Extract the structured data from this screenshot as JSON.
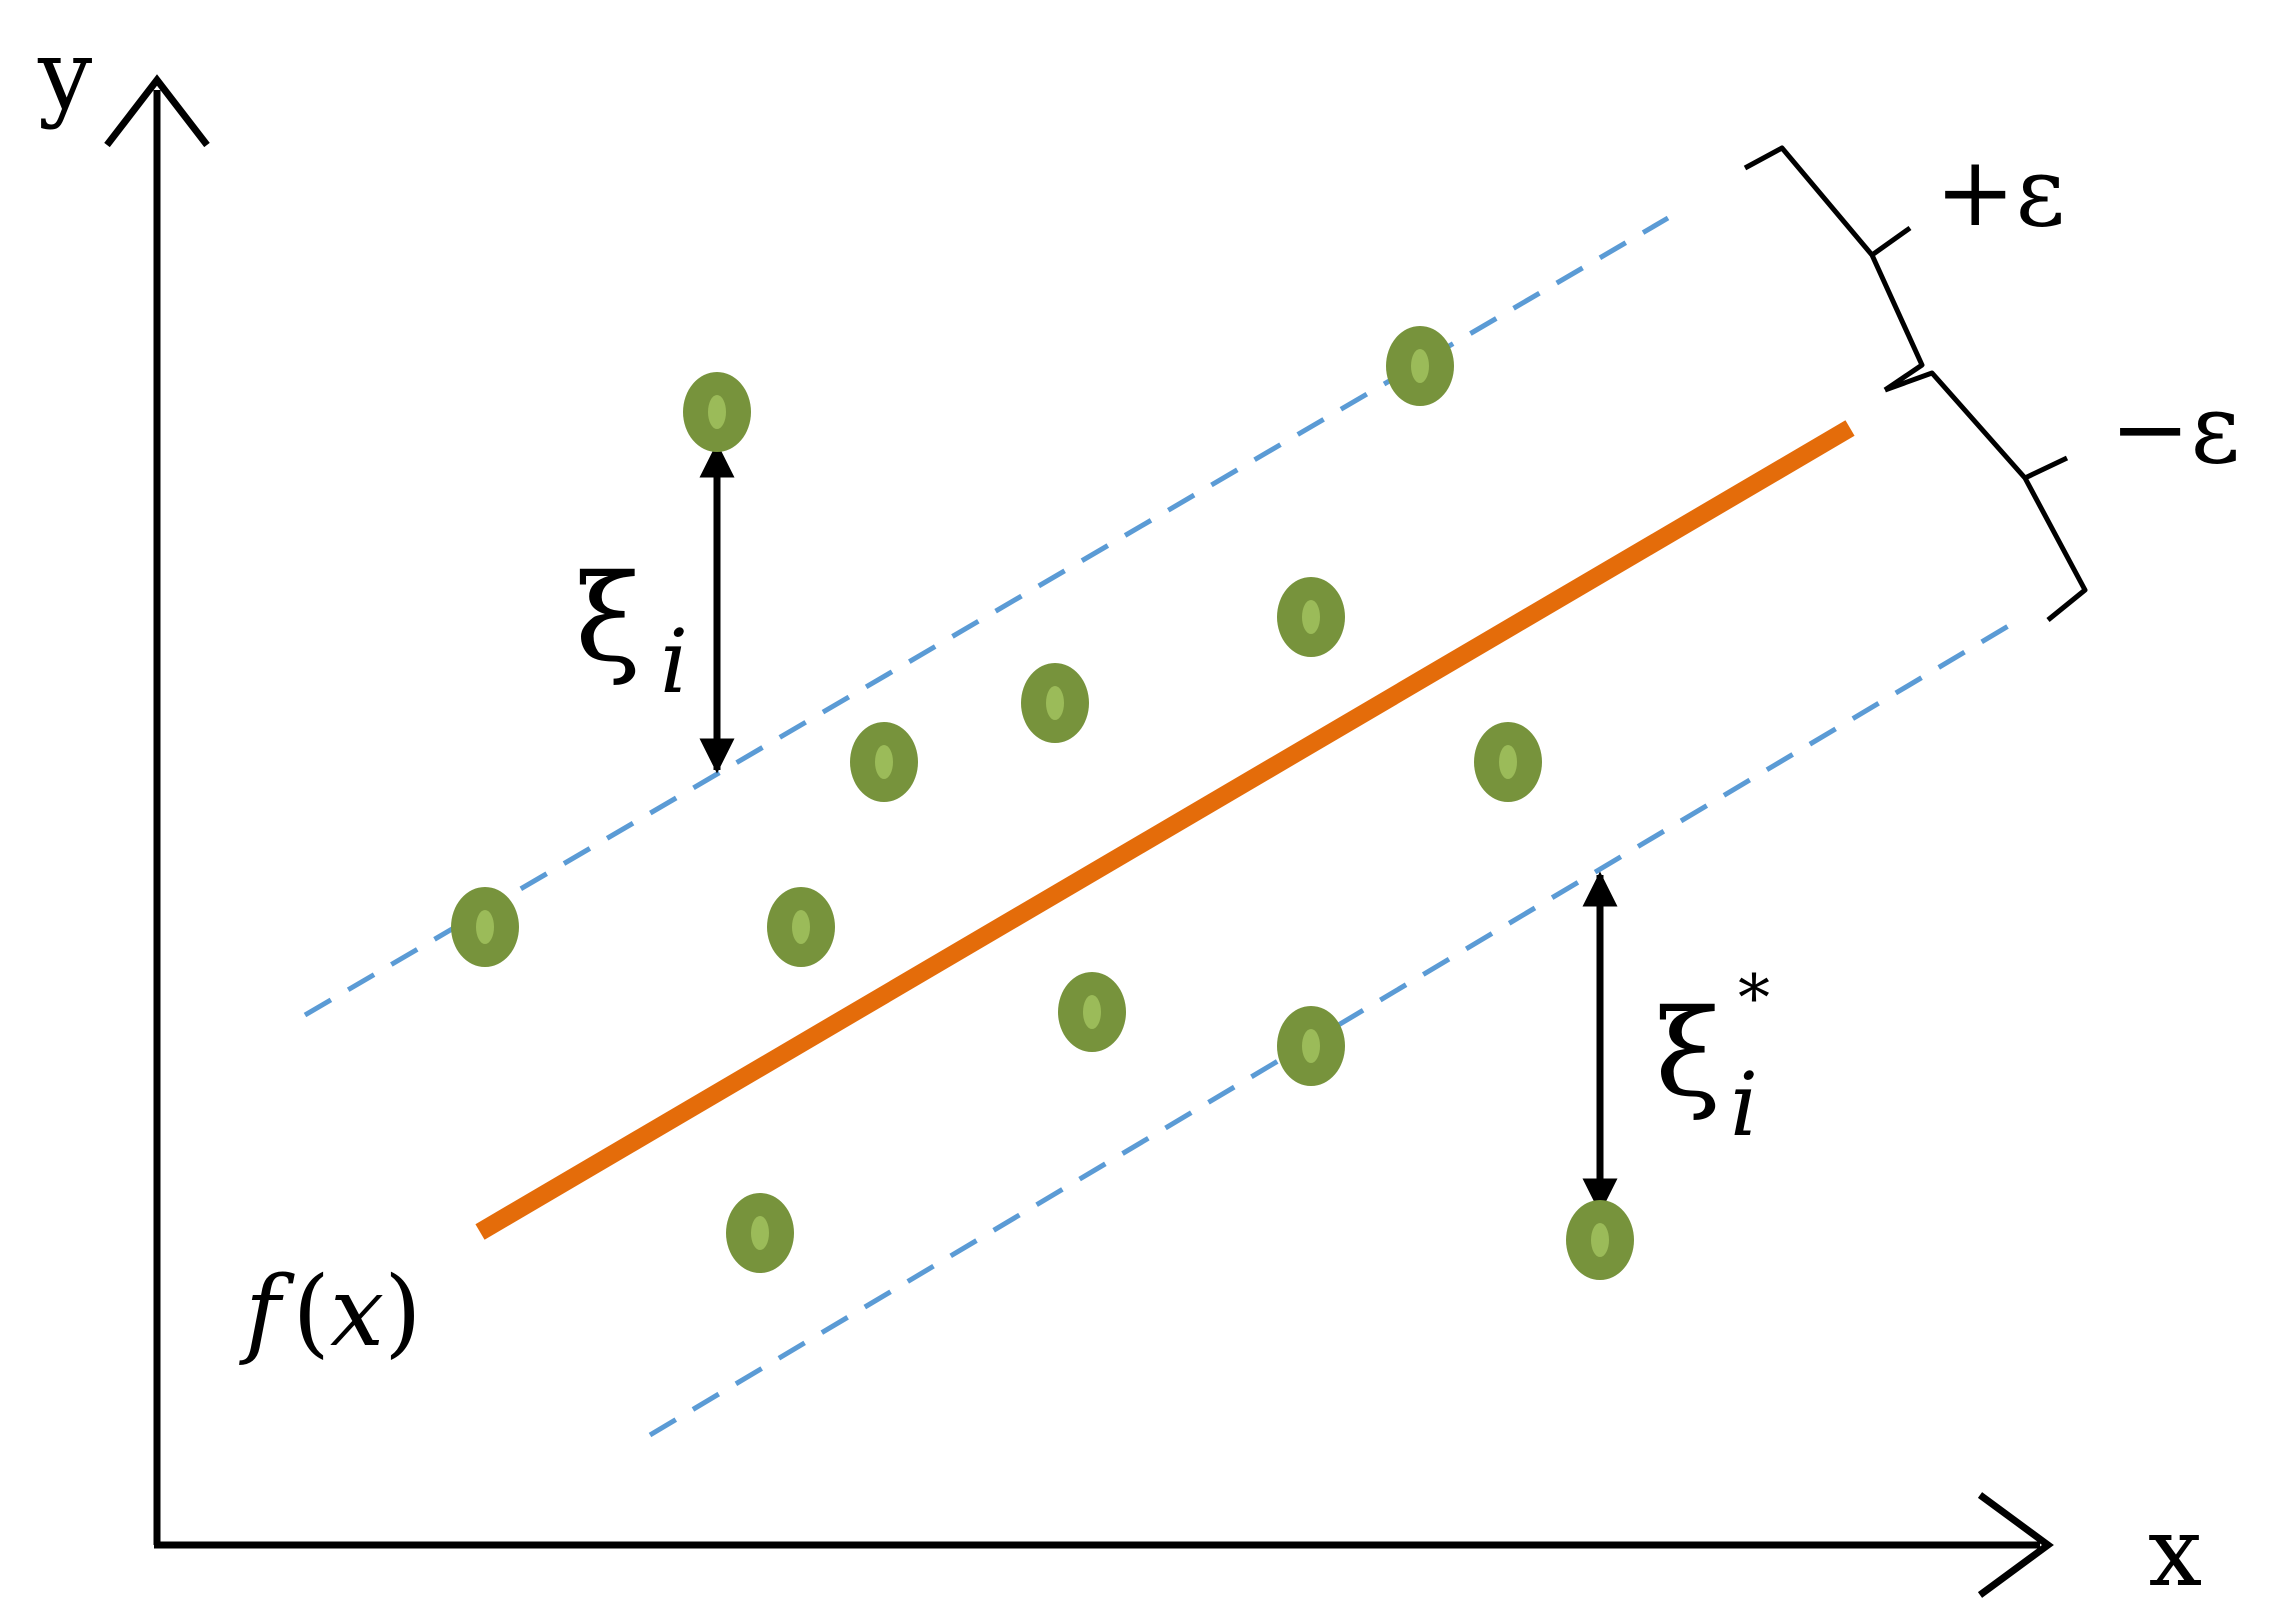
{
  "axes": {
    "x_label": "x",
    "y_label": "y"
  },
  "regression": {
    "label_func": "f",
    "label_open": "(",
    "label_var": "x",
    "label_close": ")"
  },
  "margin": {
    "plus_label": "+ε",
    "minus_label": "−ε"
  },
  "slacks": {
    "upper_symbol": "ξ",
    "upper_sub": "i",
    "lower_symbol": "ξ",
    "lower_sub": "i",
    "lower_sup": "*"
  },
  "colors": {
    "axis": "#000000",
    "regression_line": "#e46c0a",
    "margin_lines": "#5b9bd5",
    "point_fill": "#77933c",
    "point_center": "#9bbb59",
    "arrows": "#000000"
  }
}
